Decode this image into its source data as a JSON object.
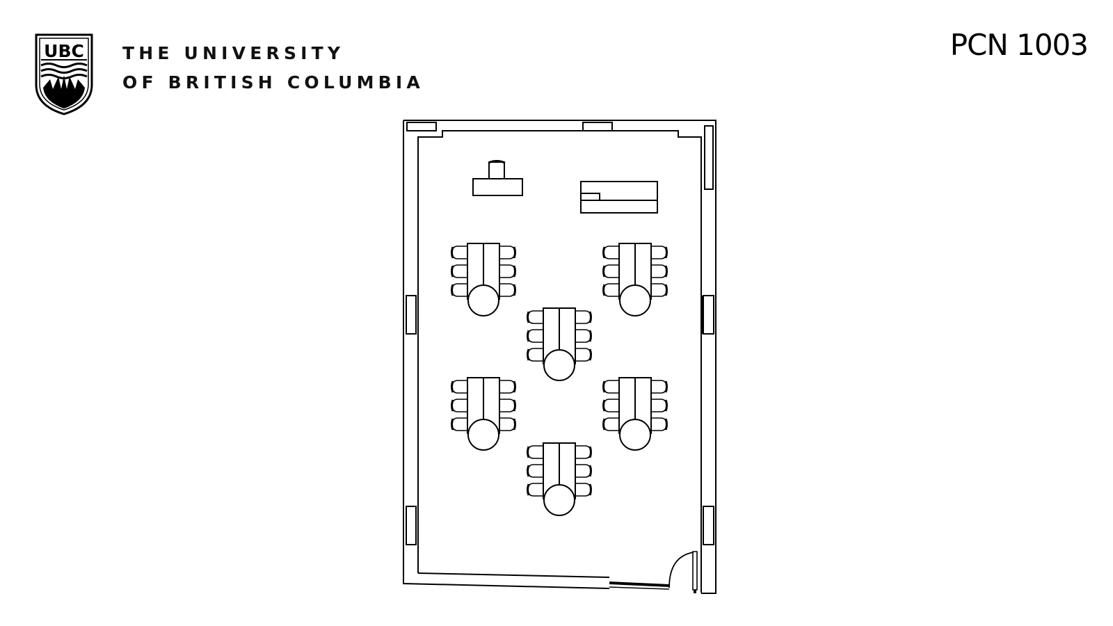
{
  "header": {
    "logo_text": "UBC",
    "wordmark_line1": "THE UNIVERSITY",
    "wordmark_line2": "OF BRITISH COLUMBIA",
    "room_code": "PCN 1003"
  },
  "floor_plan": {
    "type": "classroom-layout",
    "furniture": {
      "instructor_desk": 1,
      "instructor_chair": 1,
      "side_counter": 1,
      "group_tables": 6,
      "chairs_per_table": 6,
      "total_chairs": 36
    },
    "features": [
      "windows-left-wall",
      "windows-right-wall",
      "door-bottom-right",
      "top-wall-vents"
    ],
    "colors": {
      "line": "#000000",
      "background": "#ffffff"
    }
  }
}
